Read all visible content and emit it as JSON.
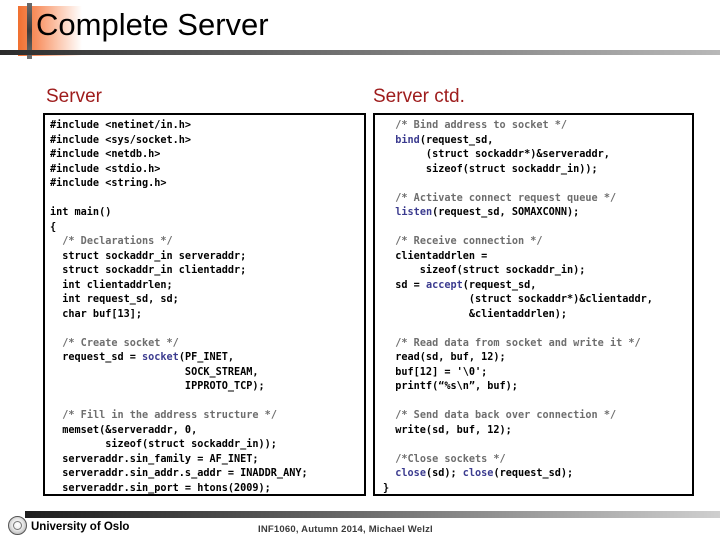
{
  "header": {
    "title": "Complete Server",
    "accent_color": "#f07030",
    "rule_color": "#2b2b2b"
  },
  "columns": {
    "left": {
      "heading": "Server",
      "heading_color": "#9e1c1c",
      "code_lines": [
        "#include <netinet/in.h>",
        "#include <sys/socket.h>",
        "#include <netdb.h>",
        "#include <stdio.h>",
        "#include <string.h>",
        "",
        "int main()",
        "{",
        "  /* Declarations */",
        "  struct sockaddr_in serveraddr;",
        "  struct sockaddr_in clientaddr;",
        "  int clientaddrlen;",
        "  int request_sd, sd;",
        "  char buf[13];",
        "",
        "  /* Create socket */",
        "  request_sd = socket(PF_INET,",
        "                      SOCK_STREAM,",
        "                      IPPROTO_TCP);",
        "",
        "  /* Fill in the address structure */",
        "  memset(&serveraddr, 0,",
        "         sizeof(struct sockaddr_in));",
        "  serveraddr.sin_family = AF_INET;",
        "  serveraddr.sin_addr.s_addr = INADDR_ANY;",
        "  serveraddr.sin_port = htons(2009);"
      ]
    },
    "right": {
      "heading": "Server ctd.",
      "heading_color": "#9e1c1c",
      "code_lines": [
        "  /* Bind address to socket */",
        "  bind(request_sd,",
        "       (struct sockaddr*)&serveraddr,",
        "       sizeof(struct sockaddr_in));",
        "",
        "  /* Activate connect request queue */",
        "  listen(request_sd, SOMAXCONN);",
        "",
        "  /* Receive connection */",
        "  clientaddrlen =",
        "      sizeof(struct sockaddr_in);",
        "  sd = accept(request_sd,",
        "              (struct sockaddr*)&clientaddr,",
        "              &clientaddrlen);",
        "",
        "  /* Read data from socket and write it */",
        "  read(sd, buf, 12);",
        "  buf[12] = '\\0';",
        "  printf(“%s\\n”, buf);",
        "",
        "  /* Send data back over connection */",
        "  write(sd, buf, 12);",
        "",
        "  /*Close sockets */",
        "  close(sd); close(request_sd);",
        "}"
      ]
    }
  },
  "footer": {
    "organization": "University of Oslo",
    "course_info": "INF1060,  Autumn 2014,  Michael Welzl",
    "seal_icon": "uio-seal-icon"
  }
}
